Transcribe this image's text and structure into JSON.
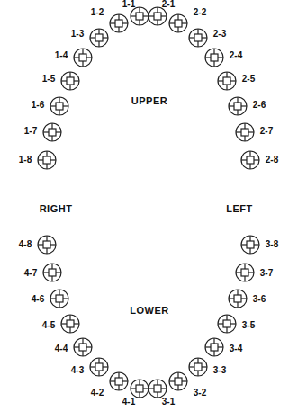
{
  "diagram": {
    "labels": [
      "1-1",
      "1-2",
      "1-3",
      "1-4",
      "1-5",
      "1-6",
      "1-7",
      "1-8",
      "2-1",
      "2-2",
      "2-3",
      "2-4",
      "2-5",
      "2-6",
      "2-7",
      "2-8",
      "UPPER",
      "RIGHT",
      "LEFT",
      "LOWER",
      "4-1",
      "4-2",
      "4-3",
      "4-4",
      "4-5",
      "4-6",
      "4-7",
      "4-8",
      "3-1",
      "3-2",
      "3-3",
      "3-4",
      "3-5",
      "3-6",
      "3-7",
      "3-8"
    ]
  }
}
